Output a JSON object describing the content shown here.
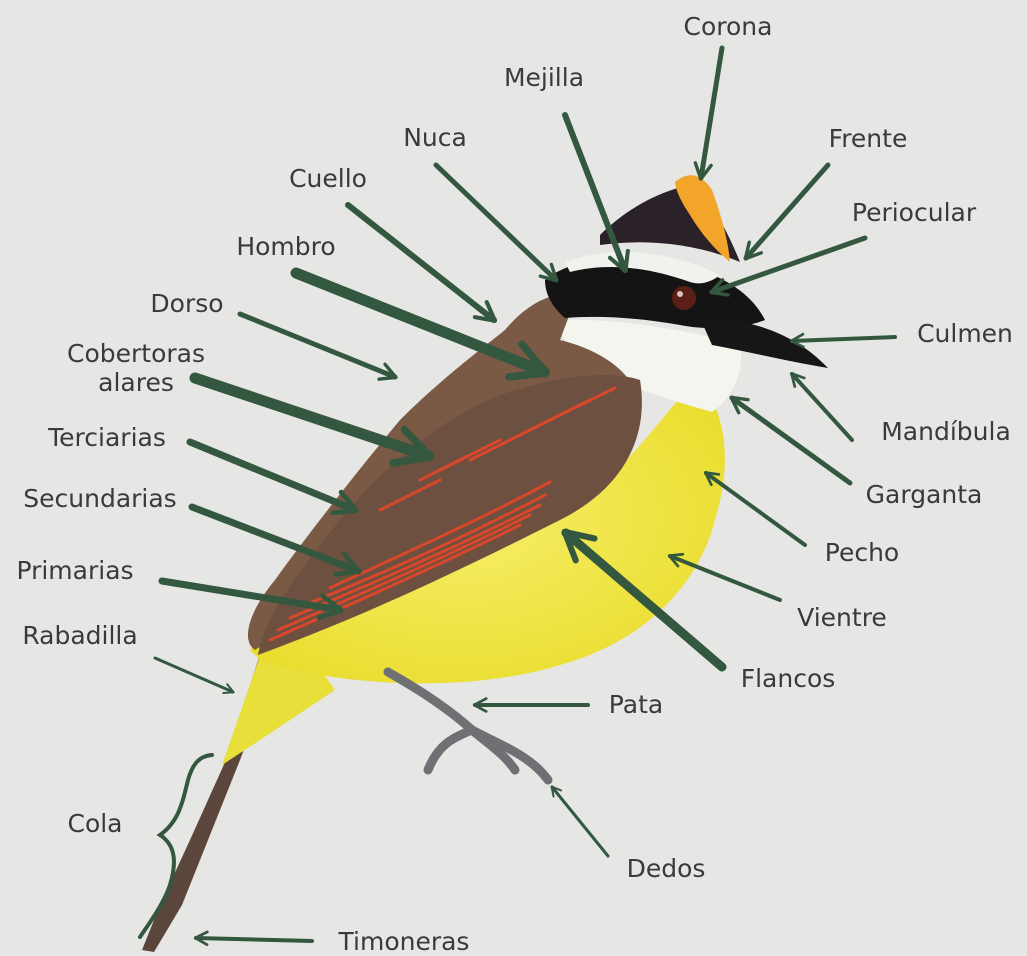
{
  "colors": {
    "background": "#e6e6e4",
    "arrow": "#33583f",
    "label": "#3a3a3a",
    "plumage_yellow": "#f3e845",
    "plumage_brown": "#7a5a45",
    "wing_edge": "#d8472a"
  },
  "labels": {
    "corona": "Corona",
    "mejilla": "Mejilla",
    "frente": "Frente",
    "nuca": "Nuca",
    "periocular": "Periocular",
    "cuello": "Cuello",
    "hombro": "Hombro",
    "culmen": "Culmen",
    "dorso": "Dorso",
    "cobertoras_alares_line1": "Cobertoras",
    "cobertoras_alares_line2": "alares",
    "mandibula": "Mandíbula",
    "terciarias": "Terciarias",
    "garganta": "Garganta",
    "secundarias": "Secundarias",
    "pecho": "Pecho",
    "primarias": "Primarias",
    "vientre": "Vientre",
    "rabadilla": "Rabadilla",
    "flancos": "Flancos",
    "pata": "Pata",
    "cola": "Cola",
    "dedos": "Dedos",
    "timoneras": "Timoneras"
  }
}
